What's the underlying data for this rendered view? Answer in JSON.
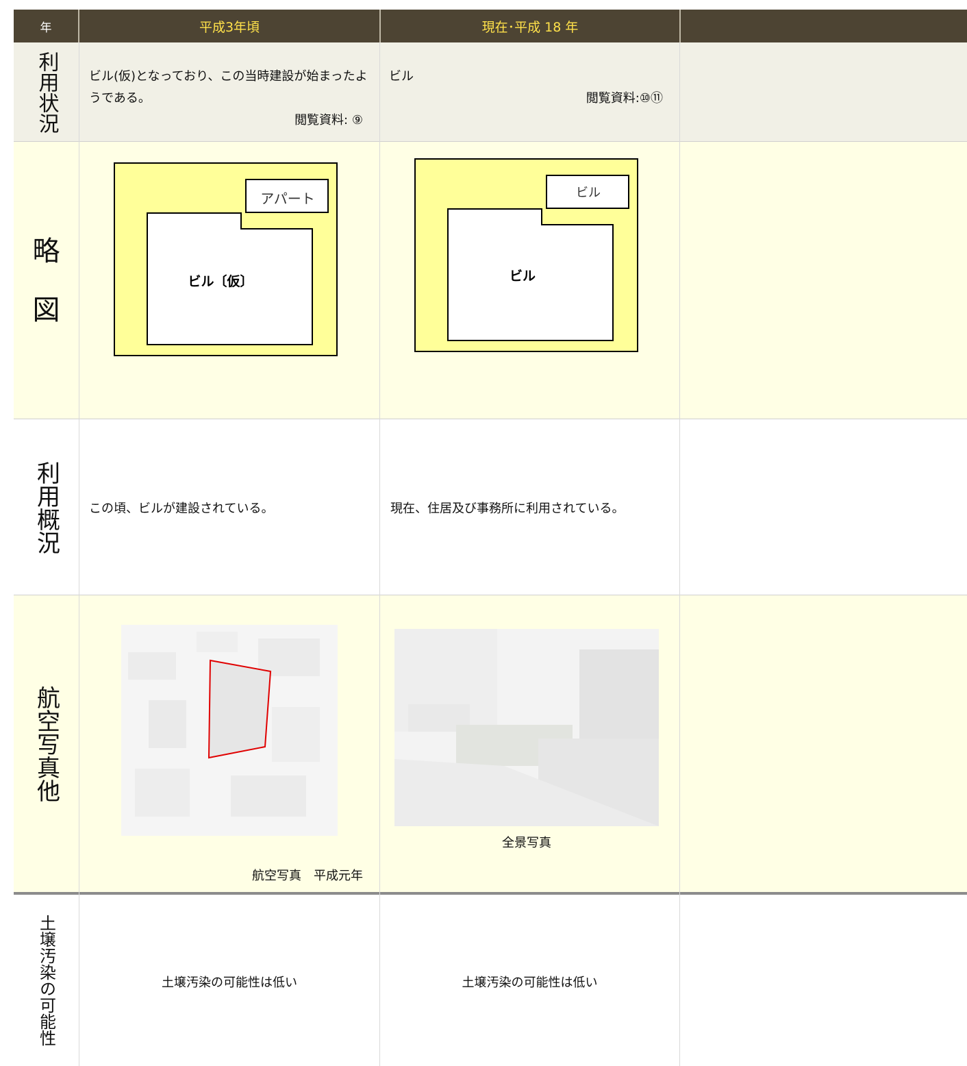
{
  "header": {
    "year_label": "年",
    "col1": "平成3年頃",
    "col2": "現在･平成 18 年",
    "col3": ""
  },
  "rows": {
    "usage_status": {
      "label": "利用状況",
      "col1_text": "ビル(仮)となっており、この当時建設が始まったようである。",
      "col1_source": "閲覧資料: ⑨",
      "col2_text": "ビル",
      "col2_source": "閲覧資料:⑩⑪"
    },
    "sketch": {
      "label1": "略",
      "label2": "図",
      "col1_small_building": "アパート",
      "col1_main_building": "ビル〔仮〕",
      "col2_small_building": "ビル",
      "col2_main_building": "ビル"
    },
    "usage_overview": {
      "label": "利用概況",
      "col1_text": "この頃、ビルが建設されている。",
      "col2_text": "現在、住居及び事務所に利用されている。"
    },
    "aerial_photo": {
      "label": "航空写真他",
      "col1_caption": "航空写真　平成元年",
      "col2_caption": "全景写真"
    },
    "soil": {
      "label": "土壌汚染の可能性",
      "col1_text": "土壌汚染の可能性は低い",
      "col2_text": "土壌汚染の可能性は低い"
    }
  },
  "colors": {
    "header_bg": "#4d4433",
    "header_text": "#ffe14a",
    "row_beige": "#f1f0e6",
    "row_yellow": "#ffffe5",
    "sketch_site": "#ffff99",
    "boundary": "#e00000"
  }
}
